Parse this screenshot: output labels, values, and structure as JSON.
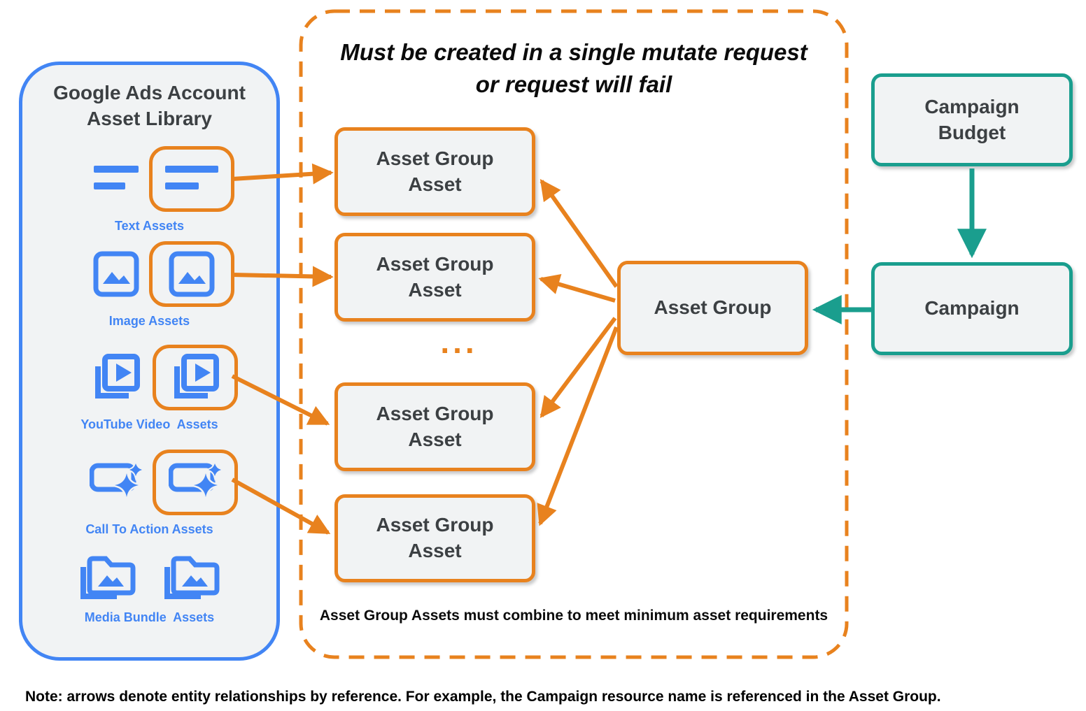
{
  "library": {
    "title_line1": "Google Ads Account",
    "title_line2": "Asset Library",
    "items": [
      {
        "label": "Text Assets",
        "icon": "text-asset-icon"
      },
      {
        "label": "Image Assets",
        "icon": "image-asset-icon"
      },
      {
        "label": "YouTube Video  Assets",
        "icon": "youtube-video-asset-icon"
      },
      {
        "label": "Call To Action Assets",
        "icon": "call-to-action-asset-icon"
      },
      {
        "label": "Media Bundle  Assets",
        "icon": "media-bundle-asset-icon"
      }
    ]
  },
  "mutate_panel": {
    "title_line1": "Must be created in a single mutate request",
    "title_line2": "or request will fail",
    "box_line1": "Asset Group",
    "box_line2": "Asset",
    "ellipsis": "...",
    "footnote": "Asset Group Assets must combine to meet minimum asset requirements"
  },
  "asset_group": {
    "label": "Asset Group"
  },
  "campaign_budget": {
    "line1": "Campaign",
    "line2": "Budget"
  },
  "campaign": {
    "label": "Campaign"
  },
  "note": "Note: arrows denote entity relationships by reference. For example, the Campaign resource name is referenced in the Asset Group.",
  "colors": {
    "blue": "#4285F4",
    "orange": "#E8821E",
    "teal": "#1A9E8E",
    "box_fill": "#F1F3F4",
    "dark_text": "#3C4043"
  }
}
